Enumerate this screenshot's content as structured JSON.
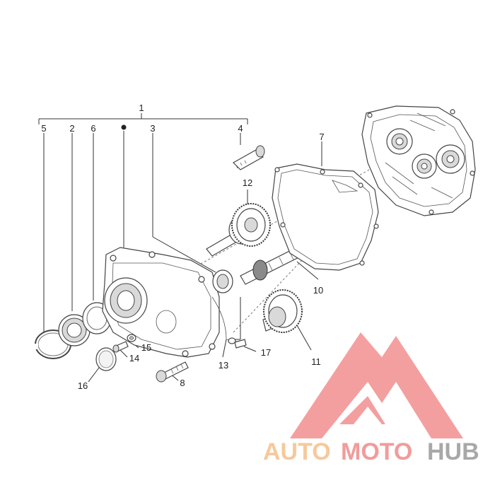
{
  "diagram": {
    "callouts": [
      {
        "id": "c1",
        "text": "1"
      },
      {
        "id": "c2",
        "text": "2"
      },
      {
        "id": "c3",
        "text": "3"
      },
      {
        "id": "c4",
        "text": "4"
      },
      {
        "id": "c5",
        "text": "5"
      },
      {
        "id": "c6",
        "text": "6"
      },
      {
        "id": "c7",
        "text": "7"
      },
      {
        "id": "c8",
        "text": "8"
      },
      {
        "id": "c10",
        "text": "10"
      },
      {
        "id": "c11",
        "text": "11"
      },
      {
        "id": "c12",
        "text": "12"
      },
      {
        "id": "c13",
        "text": "13"
      },
      {
        "id": "c14",
        "text": "14"
      },
      {
        "id": "c15",
        "text": "15"
      },
      {
        "id": "c16",
        "text": "16"
      },
      {
        "id": "c17",
        "text": "17"
      }
    ]
  },
  "watermark": {
    "auto": "AUTO",
    "moto": "MOTO",
    "hub": "HUB",
    "colors": {
      "auto": "#f5c08a",
      "moto": "#f08a8a",
      "hub": "#9a9a9a",
      "triangle": "#f28f8f"
    }
  }
}
